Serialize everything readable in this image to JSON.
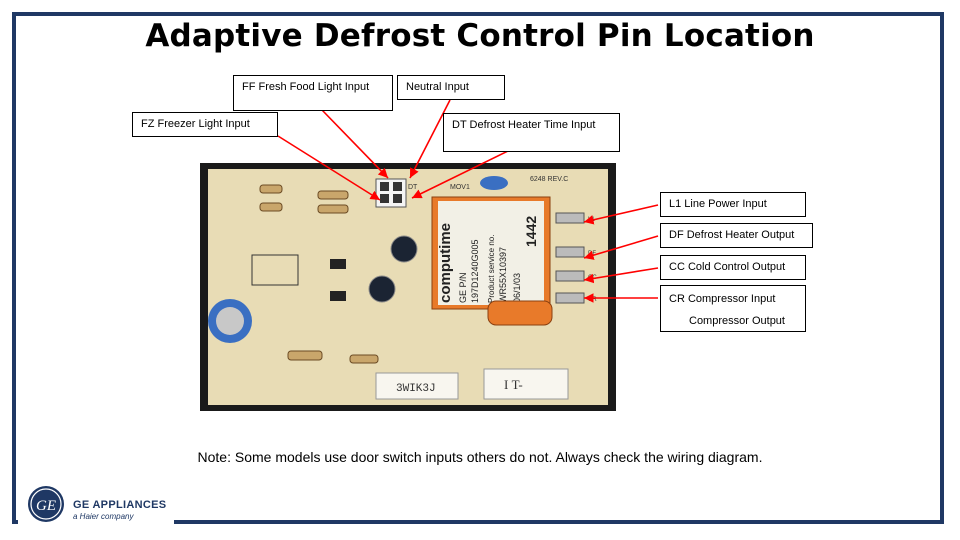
{
  "title": "Adaptive Defrost Control Pin Location",
  "callouts": {
    "ff": "FF  Fresh Food Light Input",
    "neutral": "Neutral Input",
    "fz": "FZ  Freezer Light Input",
    "dt": "DT  Defrost Heater Time Input",
    "l1": "L1  Line Power Input",
    "df": "DF  Defrost Heater Output",
    "cc": "CC  Cold Control Output",
    "cr_line1": "CR  Compressor Input",
    "cr_line2": "Compressor Output"
  },
  "board_labels": {
    "chip_line1": "computime",
    "chip_line2": "GE P/N",
    "chip_line3": "197D1240G005",
    "chip_line4": "Product service no.",
    "chip_line5": "WR55X10397",
    "chip_line6": "06/1/03",
    "relay_label": "1442",
    "rev": "6248 REV.C",
    "sticker1": "3WIK3J",
    "sticker2": "I T-",
    "mov": "MOV1",
    "dt_pin": "DT",
    "l1_pin": "L1",
    "df_pin": "DF",
    "cc_pin": "CC",
    "cr_pin": "CR"
  },
  "note": "Note: Some models use door switch inputs others do not. Always check the wiring diagram.",
  "logo": {
    "brand": "GE APPLIANCES",
    "sub": "a Haier company",
    "monogram": "GE"
  },
  "colors": {
    "frame": "#1f3864",
    "arrow": "#ff0000",
    "board": "#e8dcb5"
  }
}
